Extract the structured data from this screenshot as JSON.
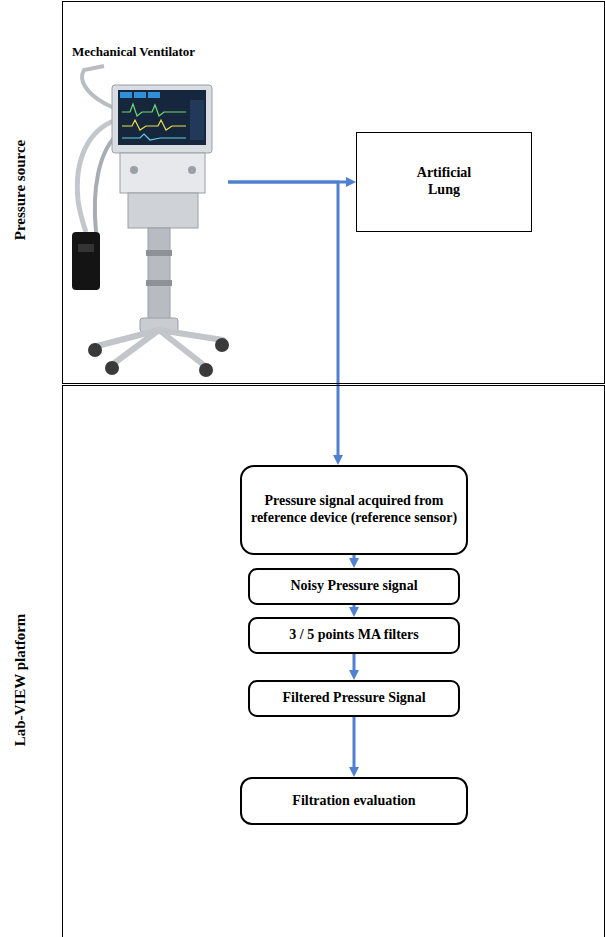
{
  "diagram": {
    "nodes": [
      {
        "text": [
          "Pressure source"
        ]
      },
      {
        "text": [
          "Mechanical Ventilator"
        ],
        "in": 0
      },
      {
        "text": [
          "Artificial Lung"
        ],
        "in": 0
      },
      {
        "text": [
          "Lab-VIEW platform"
        ]
      },
      {
        "text": [
          "Pressure signal acquired from reference device (reference sensor)"
        ],
        "in": 3
      },
      {
        "text": [
          "Noisy Pressure signal"
        ],
        "in": 3
      },
      {
        "text": [
          "3 / 5 points MA filters"
        ],
        "in": 3
      },
      {
        "text": [
          "Filtered Pressure Signal"
        ],
        "in": 3
      },
      {
        "text": [
          "Filtration evaluation"
        ],
        "in": 3
      }
    ],
    "edges": [
      {
        "from": 1,
        "to": 2,
        "arrow": "to"
      },
      {
        "from": 1,
        "to": 4,
        "arrow": "to"
      },
      {
        "from": 4,
        "to": 5,
        "arrow": "to"
      },
      {
        "from": 5,
        "to": 6,
        "arrow": "to"
      },
      {
        "from": 6,
        "to": 7,
        "arrow": "to"
      },
      {
        "from": 7,
        "to": 8,
        "arrow": "to"
      }
    ]
  }
}
